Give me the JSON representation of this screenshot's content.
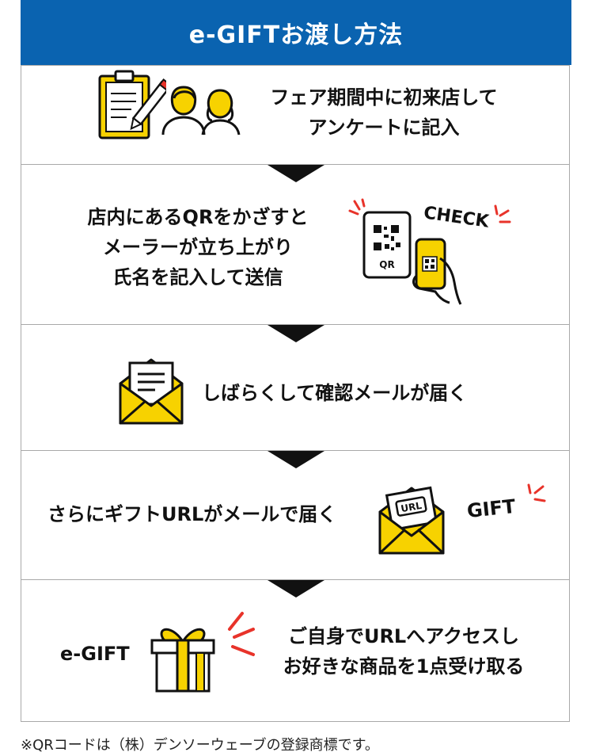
{
  "header": {
    "title": "e-GIFTお渡し方法"
  },
  "steps": [
    {
      "lines": [
        "フェア期間中に初来店して",
        "アンケートに記入"
      ],
      "icons": [
        "clipboard-icon",
        "people-icon"
      ]
    },
    {
      "lines": [
        "店内にあるQRをかざすと",
        "メーラーが立ち上がり",
        "氏名を記入して送信"
      ],
      "icons": [
        "qr-sign-icon",
        "smartphone-icon"
      ],
      "badge": "CHECK",
      "qr_text": "QR"
    },
    {
      "lines": [
        "しばらくして確認メールが届く"
      ],
      "icons": [
        "mail-envelope-icon"
      ]
    },
    {
      "lines": [
        "さらにギフトURLがメールで届く"
      ],
      "icons": [
        "url-envelope-icon"
      ],
      "badge": "GIFT",
      "url_text": "URL"
    },
    {
      "label": "e-GIFT",
      "lines": [
        "ご自身でURLへアクセスし",
        "お好きな商品を1点受け取る"
      ],
      "icons": [
        "gift-box-icon"
      ]
    }
  ],
  "footnote": "※QRコードは（株）デンソーウェーブの登録商標です。",
  "colors": {
    "header_bg": "#0a63b0",
    "accent_yellow": "#f7d200",
    "accent_red": "#e8332a",
    "border": "#a9a9a9"
  }
}
